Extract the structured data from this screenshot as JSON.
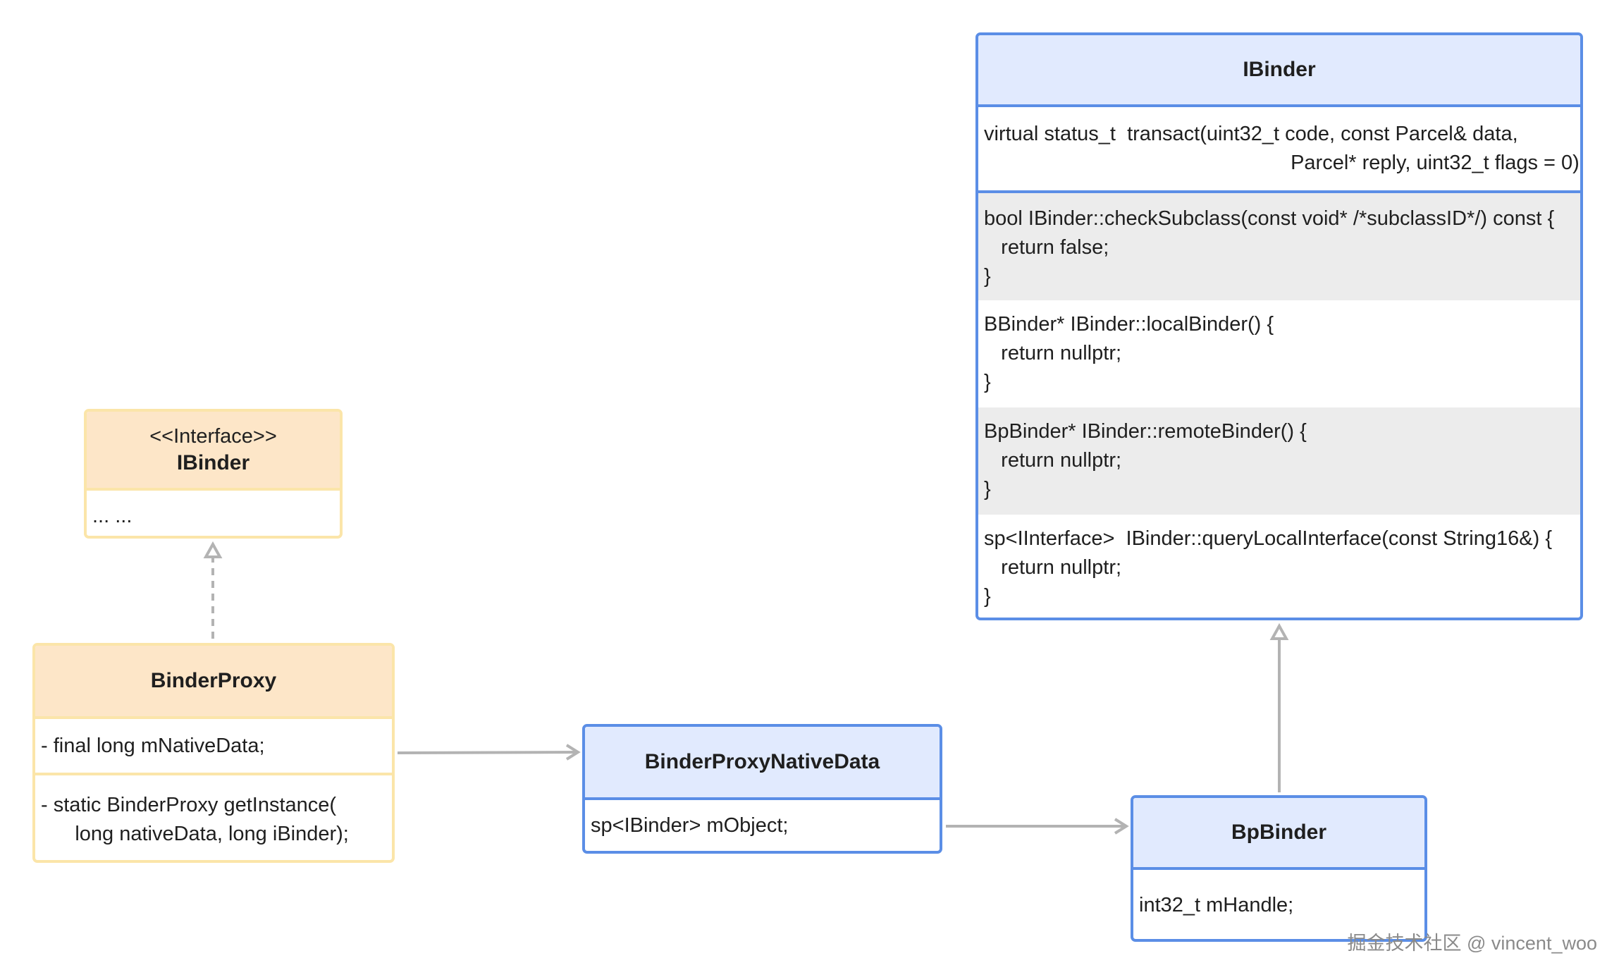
{
  "interface_box": {
    "stereotype": "<<Interface>>",
    "title": "IBinder",
    "body": "... ..."
  },
  "binder_proxy": {
    "title": "BinderProxy",
    "field": "- final long mNativeData;",
    "method": "- static BinderProxy getInstance(\n      long nativeData, long iBinder);"
  },
  "native_data": {
    "title": "BinderProxyNativeData",
    "field": "sp<IBinder> mObject;"
  },
  "bp_binder": {
    "title": "BpBinder",
    "field": "int32_t mHandle;"
  },
  "ibinder": {
    "title": "IBinder",
    "transact": "virtual status_t  transact(uint32_t code, const Parcel& data,\n                                                      Parcel* reply, uint32_t flags = 0) = 0;",
    "methods": [
      "bool IBinder::checkSubclass(const void* /*subclassID*/) const {\n   return false;\n}",
      "BBinder* IBinder::localBinder() {\n   return nullptr;\n}",
      "BpBinder* IBinder::remoteBinder() {\n   return nullptr;\n}",
      "sp<IInterface>  IBinder::queryLocalInterface(const String16&) {\n   return nullptr;\n}"
    ]
  },
  "watermark": "掘金技术社区 @ vincent_woo",
  "colors": {
    "blue_border": "#5b8ee6",
    "blue_header": "#e1eafe",
    "orange_border": "#fbe5a9",
    "orange_header": "#fde6c8",
    "arrow": "#b3b3b3"
  }
}
